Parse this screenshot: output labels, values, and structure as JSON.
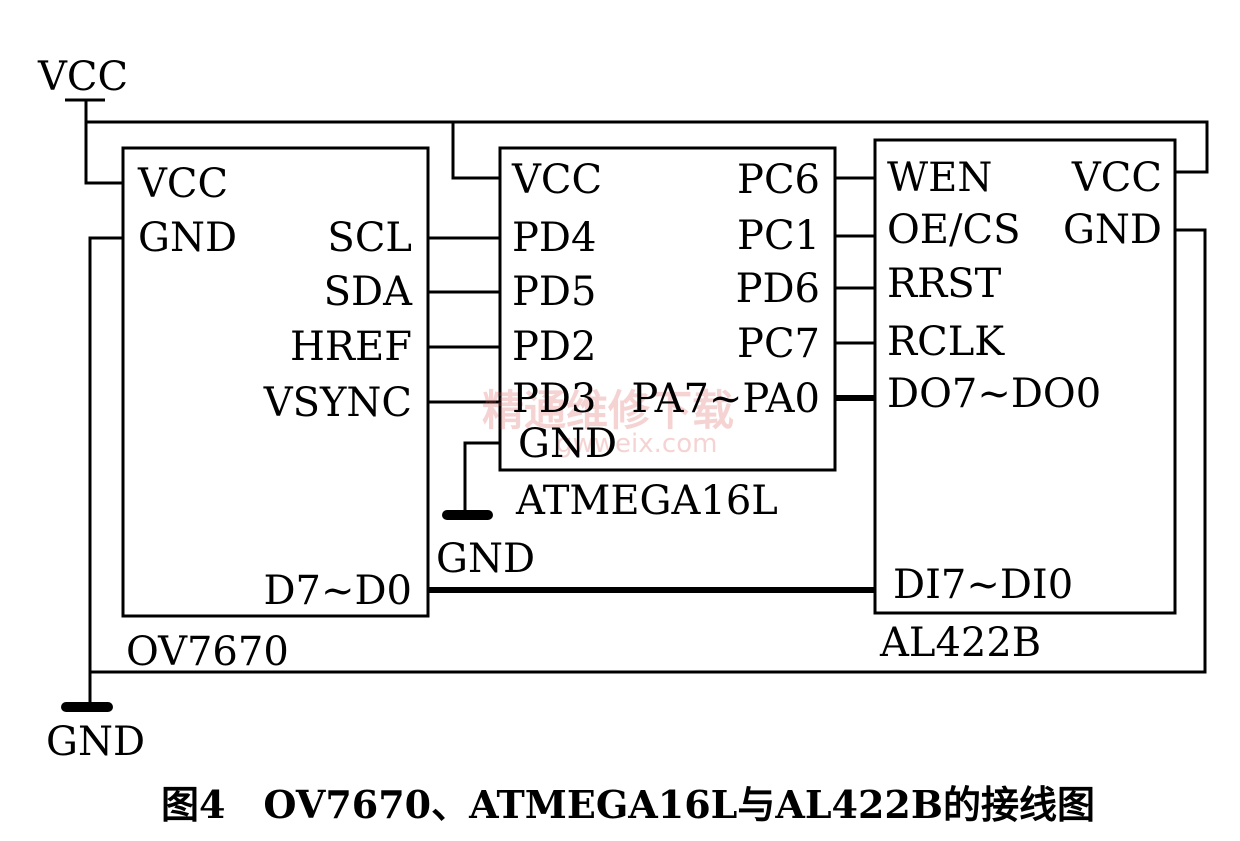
{
  "supply": {
    "vcc": "VCC",
    "gnd_left": "GND",
    "gnd_middle": "GND"
  },
  "ov7670": {
    "name": "OV7670",
    "pins": {
      "vcc": "VCC",
      "gnd": "GND",
      "scl": "SCL",
      "sda": "SDA",
      "href": "HREF",
      "vsync": "VSYNC",
      "data": "D7~D0"
    }
  },
  "atmega": {
    "name": "ATMEGA16L",
    "pins": {
      "vcc": "VCC",
      "pd4": "PD4",
      "pd5": "PD5",
      "pd2": "PD2",
      "pd3": "PD3",
      "gnd": "GND",
      "pc6": "PC6",
      "pc1": "PC1",
      "pd6": "PD6",
      "pc7": "PC7",
      "porta": "PA7~PA0"
    }
  },
  "al422b": {
    "name": "AL422B",
    "pins": {
      "wen": "WEN",
      "oe_cs": "OE/CS",
      "rrst": "RRST",
      "rclk": "RCLK",
      "data_out": "DO7~DO0",
      "data_in": "DI7~DI0",
      "vcc": "VCC",
      "gnd": "GND"
    }
  },
  "watermark": {
    "line1": "精通维修下载",
    "line2": "gwweix.com"
  },
  "caption": "图4　OV7670、ATMEGA16L与AL422B的接线图"
}
